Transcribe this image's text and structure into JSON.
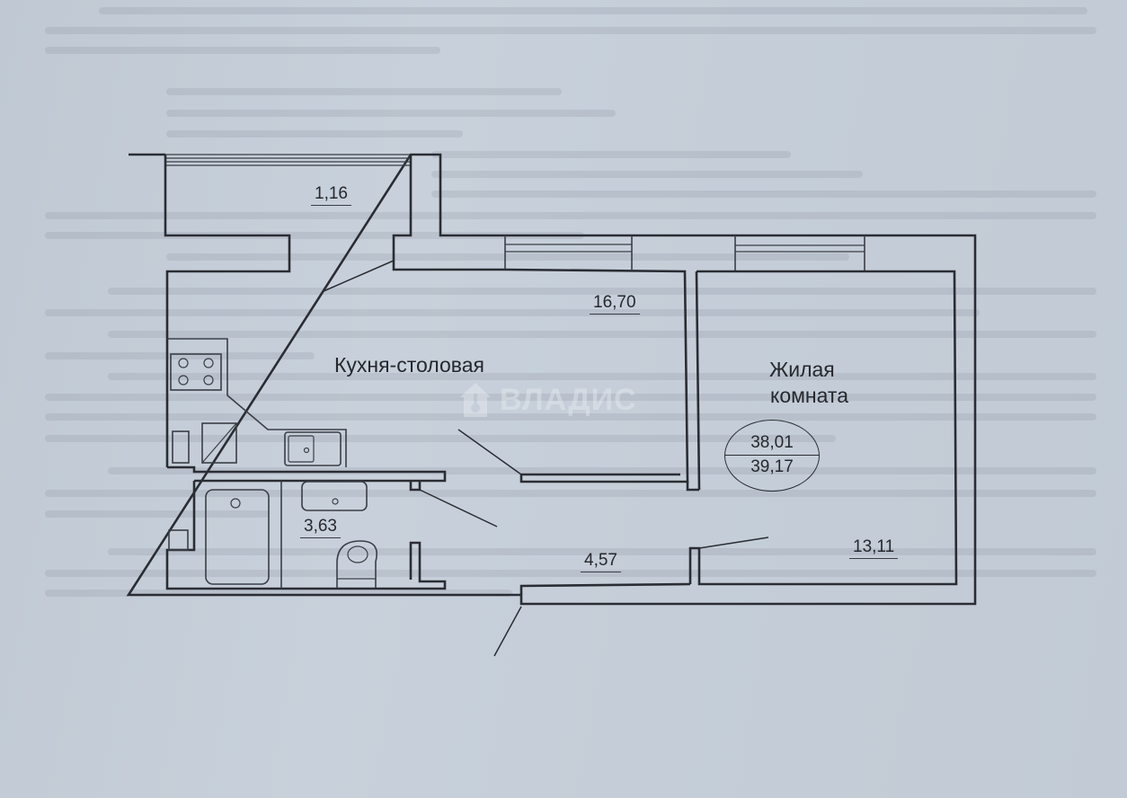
{
  "document": {
    "type": "apartment floor plan",
    "background_color": "#c5ced8",
    "line_color": "#2a2d33"
  },
  "rooms": {
    "balcony": {
      "area": "1,16"
    },
    "kitchen_dining": {
      "name": "Кухня-столовая",
      "area": "16,70"
    },
    "living_room": {
      "name_line1": "Жилая",
      "name_line2": "комната",
      "area": "13,11"
    },
    "bathroom": {
      "area": "3,63"
    },
    "hallway": {
      "area": "4,57"
    }
  },
  "totals": {
    "living_total": "38,01",
    "overall_total": "39,17"
  },
  "watermark": {
    "text": "ВЛАДИС",
    "icon": "house-key-logo-icon"
  },
  "fixtures": [
    "stove-icon",
    "kitchen-sink-icon",
    "fridge-icon",
    "bathtub-icon",
    "washbasin-icon",
    "toilet-icon",
    "window-icon"
  ]
}
